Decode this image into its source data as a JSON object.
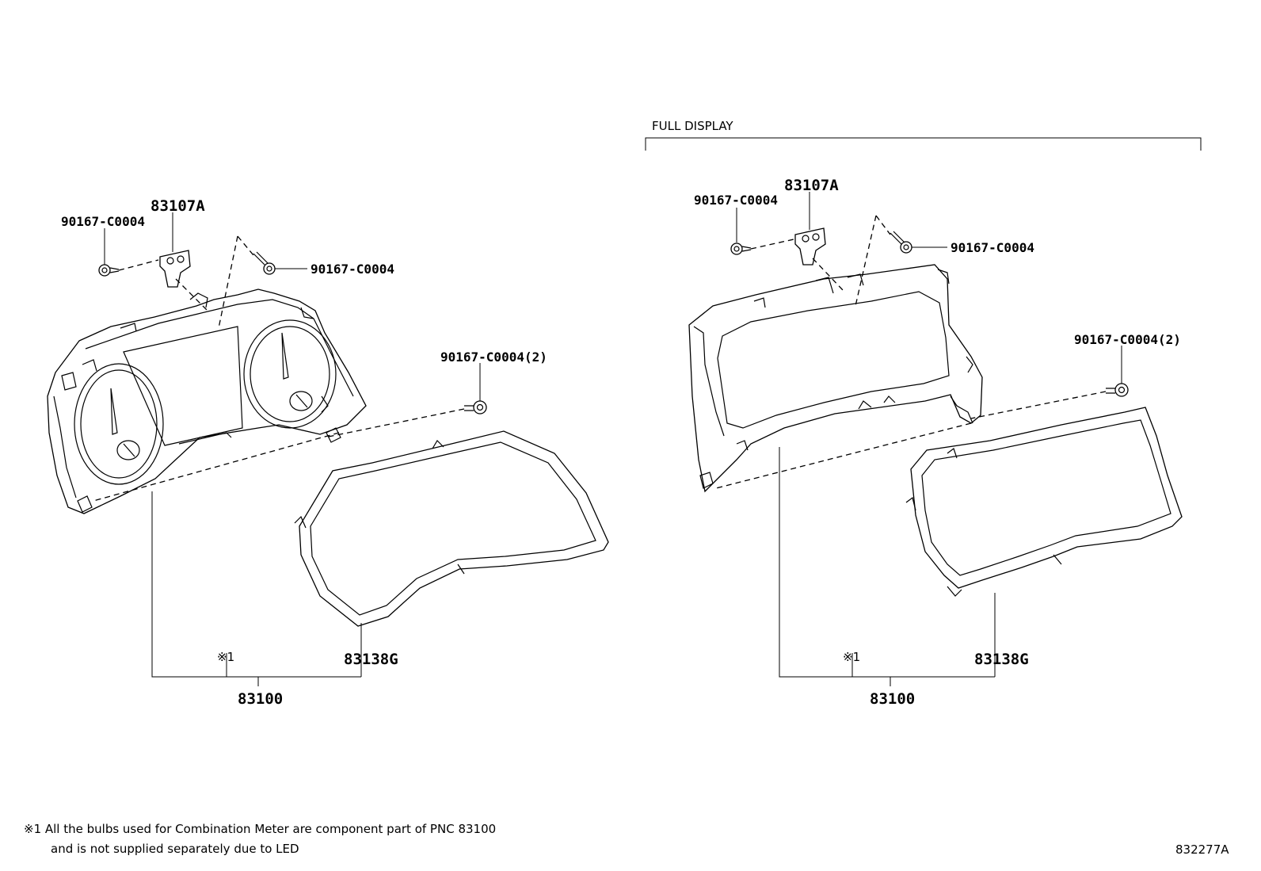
{
  "sections": {
    "full_display": "FULL DISPLAY"
  },
  "left": {
    "bracket_top": "83107A",
    "screw_tl": "90167-C0004",
    "screw_tr": "90167-C0004",
    "screw_r2": "90167-C0004(2)",
    "lens": "83138G",
    "mark": "※1",
    "assembly": "83100"
  },
  "right": {
    "bracket_top": "83107A",
    "screw_tl": "90167-C0004",
    "screw_tr": "90167-C0004",
    "screw_r2": "90167-C0004(2)",
    "lens": "83138G",
    "mark": "※1",
    "assembly": "83100"
  },
  "footnote": {
    "line1": "※1 All the bulbs used for Combination Meter are component part of PNC 83100",
    "line2": "and is not supplied separately due to LED"
  },
  "figure_code": "832277A"
}
